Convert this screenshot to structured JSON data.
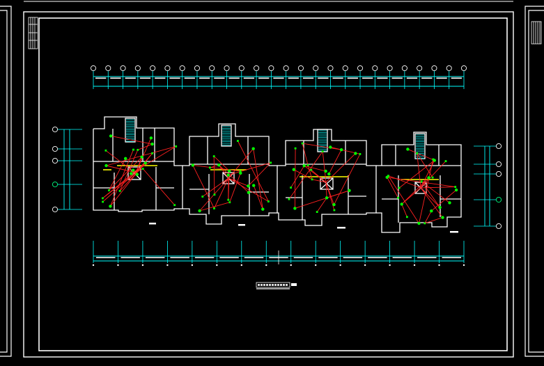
{
  "viewer": {
    "background": "#000000",
    "frame_color": "#ffffff"
  },
  "drawing": {
    "colors": {
      "grid_line": "#00ffff",
      "wall": "#ffffff",
      "wire": "#ff2020",
      "device": "#00ff00",
      "bus": "#ffff00"
    },
    "axis_count_top": 26,
    "axis_count_left": 5,
    "axis_count_right": 5
  }
}
